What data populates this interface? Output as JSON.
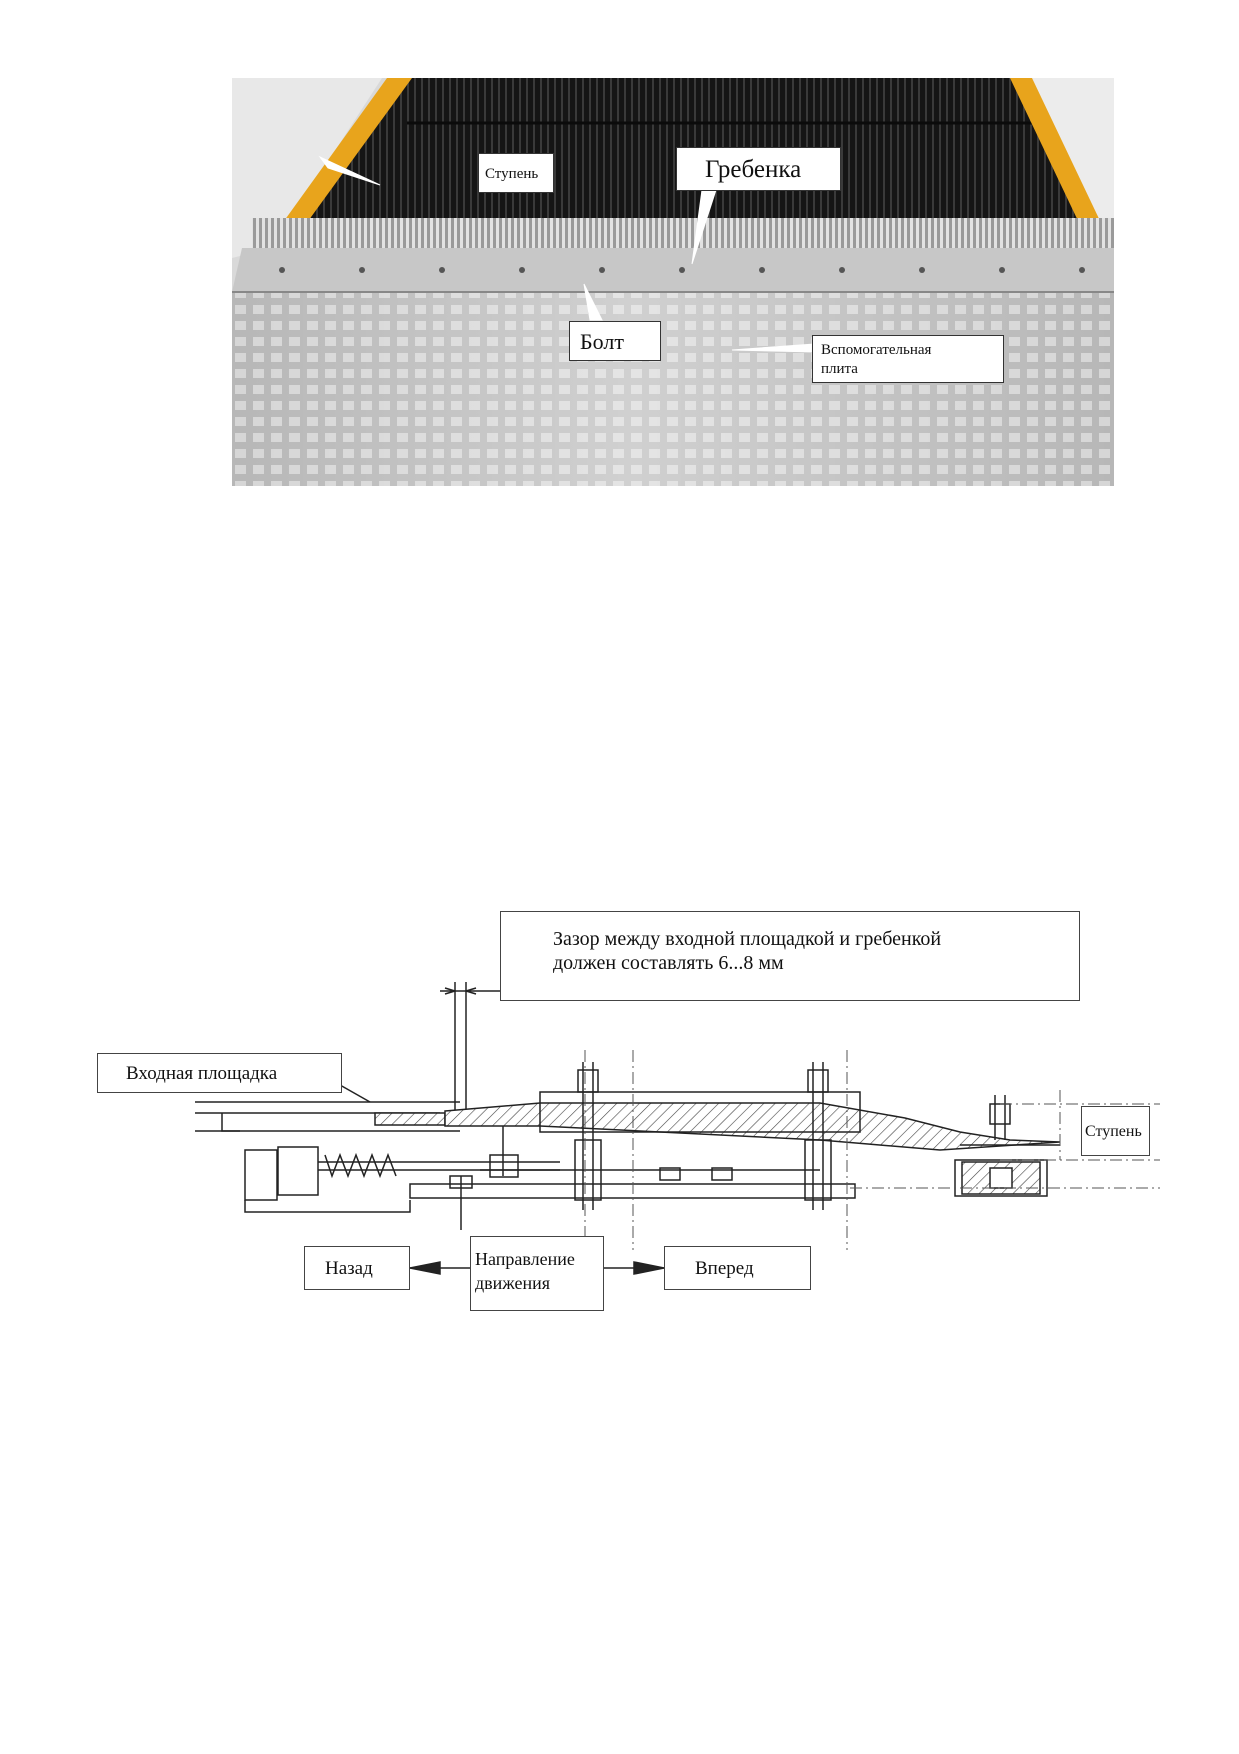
{
  "photo": {
    "label_step": "Ступень",
    "label_comb": "Гребенка",
    "label_bolt": "Болт",
    "label_aux_plate": "Вспомогательная\nплита",
    "colors": {
      "step_dark": "#1c1c1c",
      "comb_plate": "#b9b9b9",
      "yellow_edge": "#e8a41c"
    }
  },
  "diagram": {
    "note": "Зазор между входной площадкой и гребенкой\nдолжен составлять 6...8 мм",
    "label_entrance_platform": "Входная площадка",
    "label_step": "Ступень",
    "label_back": "Назад",
    "label_direction": "Направление\nдвижения",
    "label_forward": "Вперед"
  }
}
